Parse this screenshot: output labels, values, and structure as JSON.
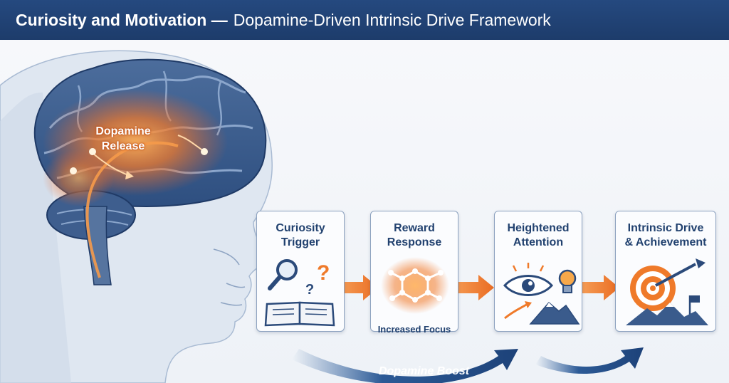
{
  "header": {
    "title_bold": "Curiosity and Motivation —",
    "title_rest": "Dopamine-Driven Intrinsic Drive Framework"
  },
  "brain": {
    "label_line1": "Dopamine",
    "label_line2": "Release"
  },
  "steps": [
    {
      "title_line1": "Curiosity",
      "title_line2": "Trigger",
      "icons": [
        "magnifier-icon",
        "question-mark-icon",
        "book-icon"
      ]
    },
    {
      "title_line1": "Reward",
      "title_line2": "Response",
      "caption": "Increased Focus",
      "icons": [
        "molecule-icon"
      ]
    },
    {
      "title_line1": "Heightened",
      "title_line2": "Attention",
      "icons": [
        "eye-icon",
        "lightbulb-icon",
        "mountain-icon"
      ]
    },
    {
      "title_line1": "Intrinsic Drive",
      "title_line2": "& Achievement",
      "icons": [
        "target-icon",
        "arrow-icon",
        "flag-icon",
        "mountain-icon"
      ]
    }
  ],
  "boost_label": "Dopamine Boost",
  "colors": {
    "header": "#1d3c6b",
    "accent": "#ef7a2a",
    "navy": "#21416f"
  }
}
